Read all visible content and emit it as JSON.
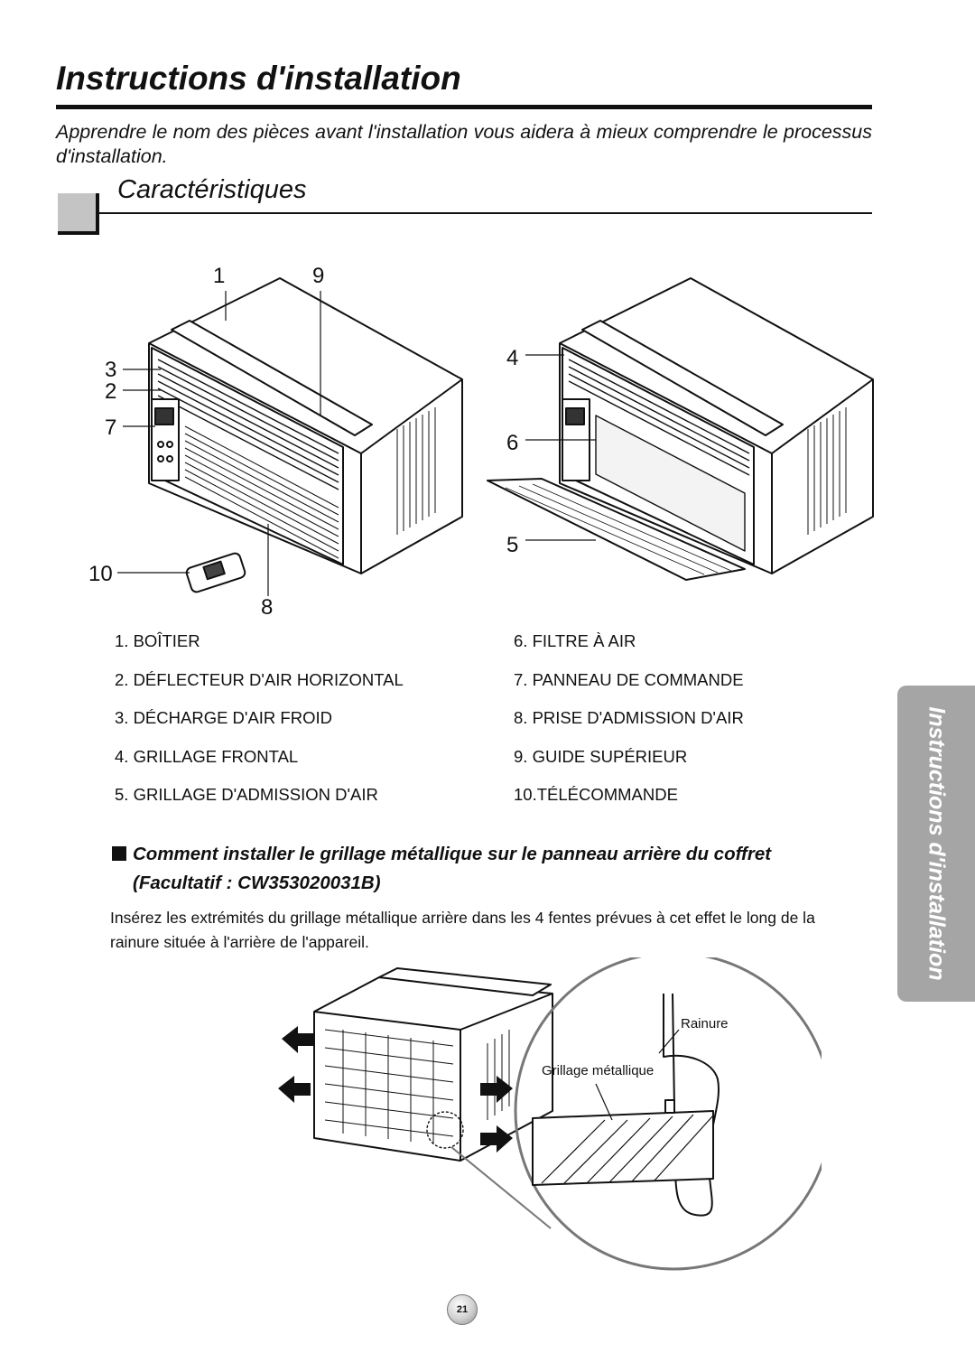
{
  "header": {
    "title": "Instructions d'installation",
    "intro": "Apprendre le nom des pièces avant l'installation vous aidera à mieux comprendre le processus d'installation."
  },
  "section": {
    "title": "Caractéristiques"
  },
  "figure1": {
    "callouts": [
      "1",
      "9",
      "3",
      "2",
      "7",
      "10",
      "8",
      "4",
      "6",
      "5"
    ]
  },
  "parts": {
    "left": [
      "1. BOÎTIER",
      "2. DÉFLECTEUR D'AIR HORIZONTAL",
      "3. DÉCHARGE D'AIR FROID",
      "4. GRILLAGE FRONTAL",
      "5. GRILLAGE D'ADMISSION D'AIR"
    ],
    "right": [
      "6. FILTRE À AIR",
      "7. PANNEAU DE COMMANDE",
      "8. PRISE D'ADMISSION D'AIR",
      "9. GUIDE SUPÉRIEUR",
      "10.TÉLÉCOMMANDE"
    ]
  },
  "howto": {
    "line1": "Comment installer le grillage métallique sur le panneau arrière du coffret",
    "line2": "(Facultatif : CW353020031B)",
    "body": "Insérez les extrémités du grillage métallique arrière dans les 4 fentes prévues à cet effet le long de la rainure située à l'arrière de l'appareil."
  },
  "figure2": {
    "label_groove": "Rainure",
    "label_mesh": "Grillage métallique"
  },
  "side_tab": {
    "label": "Instructions d'installation"
  },
  "page_number": "21",
  "colors": {
    "tab_gray": "#a5a5a5",
    "section_box_gray": "#c4c4c4",
    "ink": "#111111"
  }
}
